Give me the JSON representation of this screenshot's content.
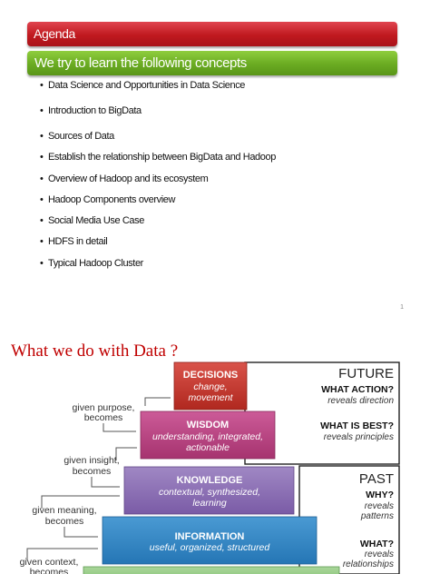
{
  "slide1": {
    "header": "Agenda",
    "subheader": "We try to learn the following concepts",
    "bullet_symbol": "•",
    "items": [
      "Data Science and Opportunities in Data Science",
      "Introduction to BigData",
      "Sources of Data",
      "Establish the relationship between BigData and Hadoop",
      "Overview of Hadoop and its ecosystem",
      "Hadoop Components overview",
      "Social Media Use Case",
      "HDFS in detail",
      "Typical Hadoop Cluster"
    ],
    "page_number": "1"
  },
  "slide2": {
    "title": "What we do with Data ?",
    "tiers": [
      {
        "title": "DECISIONS",
        "subtitle": [
          "change,",
          "movement"
        ],
        "color": "#c0392b"
      },
      {
        "title": "WISDOM",
        "subtitle": [
          "understanding, integrated,",
          "actionable"
        ],
        "color": "#b5407f"
      },
      {
        "title": "KNOWLEDGE",
        "subtitle": [
          "contextual, synthesized,",
          "learning"
        ],
        "color": "#8a6bb1"
      },
      {
        "title": "INFORMATION",
        "subtitle": [
          "useful, organized, structured"
        ],
        "color": "#2f86c4"
      }
    ],
    "transitions": [
      [
        "given purpose,",
        "becomes"
      ],
      [
        "given insight,",
        "becomes"
      ],
      [
        "given meaning,",
        "becomes"
      ],
      [
        "given context,",
        "becomes"
      ]
    ],
    "future": {
      "label": "FUTURE",
      "questions": [
        {
          "q": "WHAT ACTION?",
          "a": [
            "reveals direction"
          ]
        },
        {
          "q": "WHAT IS BEST?",
          "a": [
            "reveals principles"
          ]
        }
      ]
    },
    "past": {
      "label": "PAST",
      "questions": [
        {
          "q": "WHY?",
          "a": [
            "reveals",
            "patterns"
          ]
        },
        {
          "q": "WHAT?",
          "a": [
            "reveals",
            "relationships"
          ]
        }
      ]
    }
  }
}
